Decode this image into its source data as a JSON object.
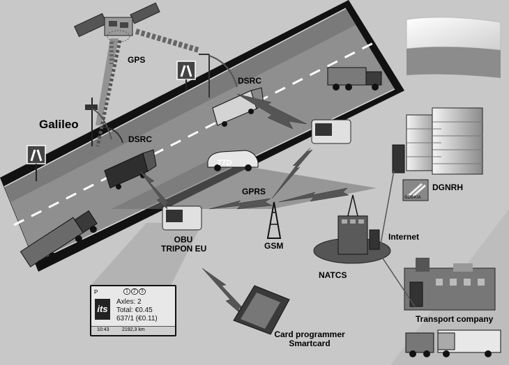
{
  "labels": {
    "gps": "GPS",
    "galileo": "Galileo",
    "dsrc_top": "DSRC",
    "dsrc_left": "DSRC",
    "gprs": "GPRS",
    "gsm": "GSM",
    "obu_line1": "OBU",
    "obu_line2": "TRIPON EU",
    "natcs": "NATCS",
    "internet": "Internet",
    "dgnrh": "DGNRH",
    "transport_company": "Transport company",
    "card_programmer_line1": "Card programmer",
    "card_programmer_line2": "Smartcard",
    "taxi_sign": "TTD",
    "gddkia_logo_text": "GDDKiA"
  },
  "obu_screen": {
    "mode": "P",
    "tabs": [
      "1",
      "2",
      "3"
    ],
    "logo": "its",
    "axles": "Axles: 2",
    "total": "Total: €0.45",
    "segment": "637/1 (€0.11)",
    "time": "10:43",
    "distance": "2192,3 km"
  },
  "colors": {
    "background": "#c8c8c8",
    "road": "#8a8a8a",
    "road_border": "#111111",
    "flag_white": "#f2f2f2",
    "flag_red": "#8c8c8c"
  },
  "icons": {
    "satellite": "satellite-icon",
    "motorway_sign": "motorway-sign-icon",
    "gsm_tower": "antenna-tower-icon",
    "lightning_link": "wireless-link-icon",
    "building": "building-icon",
    "truck": "truck-icon",
    "flag": "poland-flag-icon"
  }
}
